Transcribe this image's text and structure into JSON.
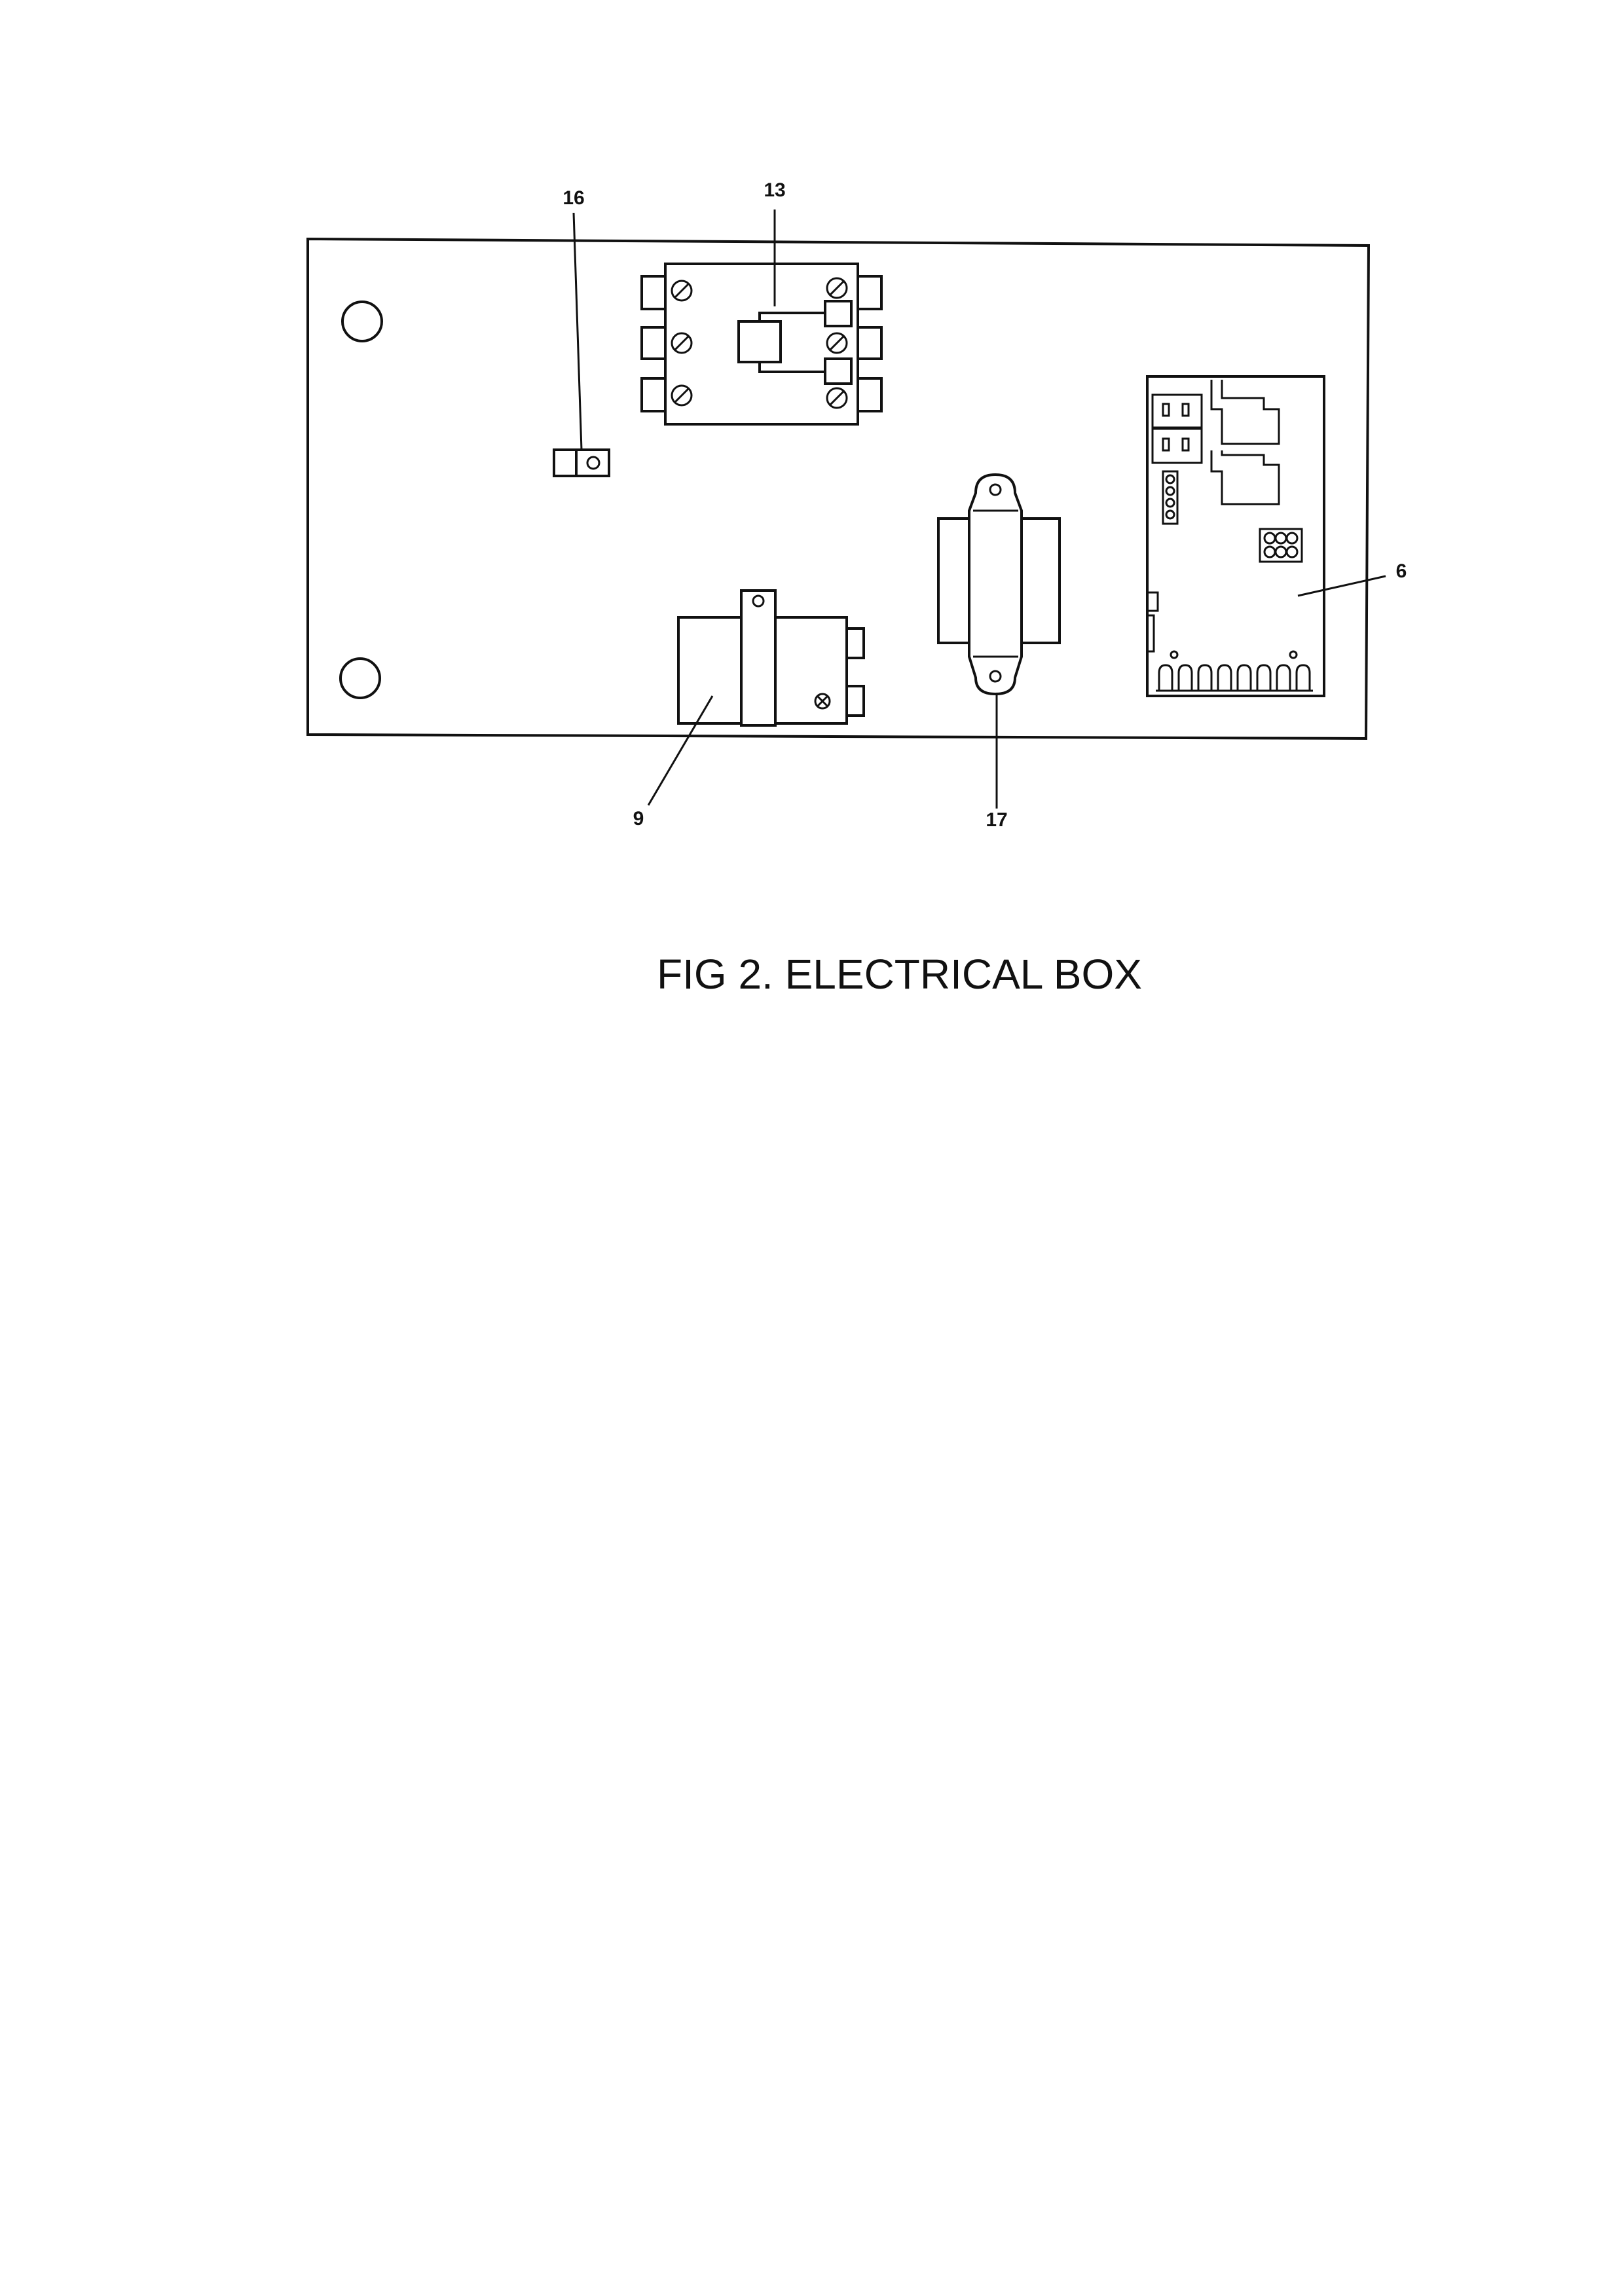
{
  "figure": {
    "caption": "FIG 2. ELECTRICAL BOX",
    "callouts": {
      "c13": "13",
      "c16": "16",
      "c6": "6",
      "c9": "9",
      "c17": "17"
    },
    "line_color": "#111111",
    "background": "#ffffff"
  }
}
